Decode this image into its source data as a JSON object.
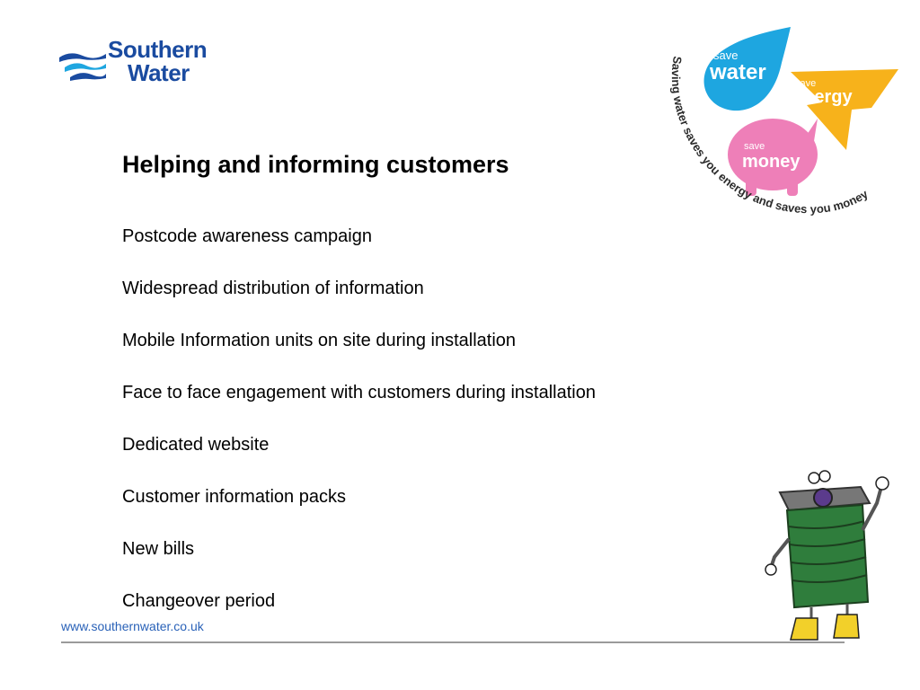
{
  "logo": {
    "line1": "Southern",
    "line2": "Water"
  },
  "badge": {
    "save_water": [
      "save",
      "water"
    ],
    "save_energy": [
      "save",
      "energy"
    ],
    "save_money": [
      "save",
      "money"
    ],
    "arc_text": "Saving water saves you energy and saves you money"
  },
  "slide": {
    "title": "Helping and informing customers",
    "items": [
      "Postcode awareness campaign",
      "Widespread distribution of information",
      "Mobile Information units on site during installation",
      "Face to face engagement with customers during installation",
      "Dedicated website",
      "Customer information packs",
      "New bills",
      "Changeover period"
    ]
  },
  "footer": {
    "url": "www.southernwater.co.uk"
  },
  "colors": {
    "brand_blue": "#1a4ba0",
    "water_blue": "#1ea6e0",
    "energy_orange": "#f7b21b",
    "money_pink": "#ee7fb8",
    "mascot_green": "#2f7d3c"
  },
  "icons": [
    "wave-logo-icon",
    "water-drop-icon",
    "lightning-bolt-icon",
    "piggy-bank-icon",
    "water-meter-mascot-icon"
  ]
}
